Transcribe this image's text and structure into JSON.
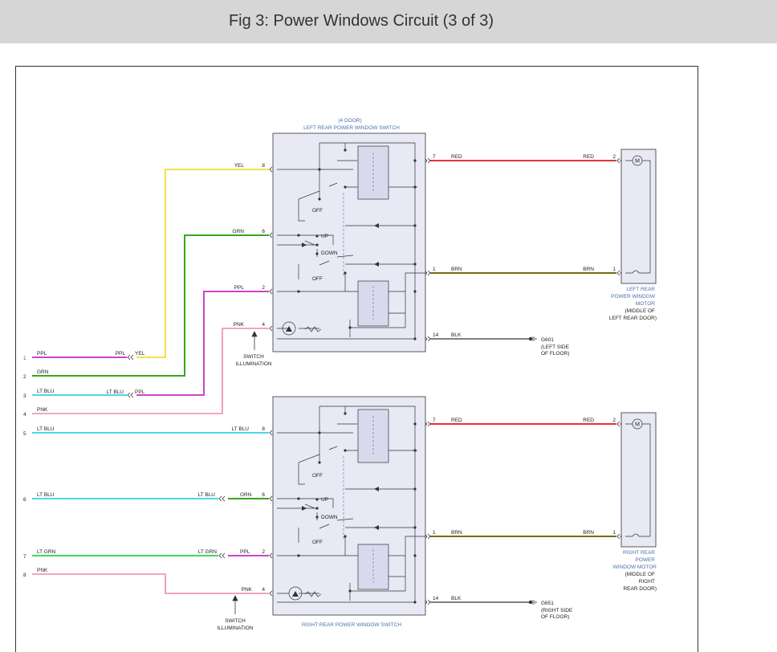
{
  "header": {
    "title": "Fig 3: Power Windows Circuit (3 of 3)"
  },
  "colors": {
    "yellow": "#f1e34a",
    "green": "#3aa51c",
    "magenta": "#cc44cc",
    "pink": "#ee89aa",
    "cyan": "#4fd5e8",
    "red": "#e8313a",
    "brown": "#7a6a14",
    "black": "#333333",
    "box_fill": "#e9e9f5",
    "blue_text": "#4a6fb0"
  },
  "left_connector": {
    "pins": [
      "1",
      "2",
      "3",
      "4",
      "5",
      "6",
      "7",
      "8"
    ],
    "wires": [
      "PPL",
      "GRN",
      "LT BLU",
      "PNK",
      "LT BLU",
      "LT BLU",
      "LT GRN",
      "PNK"
    ]
  },
  "splices": {
    "ppl_left": "PPL",
    "yel_right": "YEL",
    "ltblu_left": "LT BLU",
    "ppl_right": "PPL",
    "ltblu6_left": "LT BLU",
    "grn6_right": "GRN",
    "ltgrn_left": "LT GRN",
    "ppl7_right": "PPL"
  },
  "left_switch": {
    "title_line1": "(4 DOOR)",
    "title_line2": "LEFT REAR POWER WINDOW SWITCH",
    "inputs": [
      {
        "wire": "YEL",
        "pin": "8"
      },
      {
        "wire": "GRN",
        "pin": "6"
      },
      {
        "wire": "PPL",
        "pin": "2"
      },
      {
        "wire": "PNK",
        "pin": "4"
      }
    ],
    "outputs": [
      {
        "pin": "7",
        "wire": "RED"
      },
      {
        "pin": "1",
        "wire": "BRN"
      },
      {
        "pin": "14",
        "wire": "BLK"
      }
    ],
    "positions": {
      "off1": "OFF",
      "up": "UP",
      "down": "DOWN",
      "off2": "OFF"
    },
    "illumination_line1": "SWITCH",
    "illumination_line2": "ILLUMINATION"
  },
  "right_switch": {
    "title": "RIGHT REAR POWER WINDOW SWITCH",
    "inputs": [
      {
        "wire": "LT BLU",
        "pin": "8"
      },
      {
        "wire": "GRN",
        "pin": "6"
      },
      {
        "wire": "PPL",
        "pin": "2"
      },
      {
        "wire": "PNK",
        "pin": "4"
      }
    ],
    "outputs": [
      {
        "pin": "7",
        "wire": "RED"
      },
      {
        "pin": "1",
        "wire": "BRN"
      },
      {
        "pin": "14",
        "wire": "BLK"
      }
    ],
    "positions": {
      "off1": "OFF",
      "up": "UP",
      "down": "DOWN",
      "off2": "OFF"
    },
    "illumination_line1": "SWITCH",
    "illumination_line2": "ILLUMINATION"
  },
  "left_motor": {
    "red_wire": "RED",
    "brn_wire": "BRN",
    "pin_top": "2",
    "pin_bottom": "1",
    "symbol": "M",
    "label": [
      "LEFT REAR",
      "POWER WINDOW",
      "MOTOR"
    ],
    "location": [
      "(MIDDLE OF",
      "LEFT REAR DOOR)"
    ]
  },
  "right_motor": {
    "red_wire": "RED",
    "brn_wire": "BRN",
    "pin_top": "2",
    "pin_bottom": "1",
    "symbol": "M",
    "label": [
      "RIGHT REAR",
      "POWER",
      "WINDOW MOTOR"
    ],
    "location": [
      "(MIDDLE OF",
      "RIGHT",
      "REAR DOOR)"
    ]
  },
  "grounds": [
    {
      "id": "G601",
      "lines": [
        "(LEFT SIDE",
        "OF FLOOR)"
      ]
    },
    {
      "id": "G651",
      "lines": [
        "(RIGHT SIDE",
        "OF FLOOR)"
      ]
    }
  ]
}
